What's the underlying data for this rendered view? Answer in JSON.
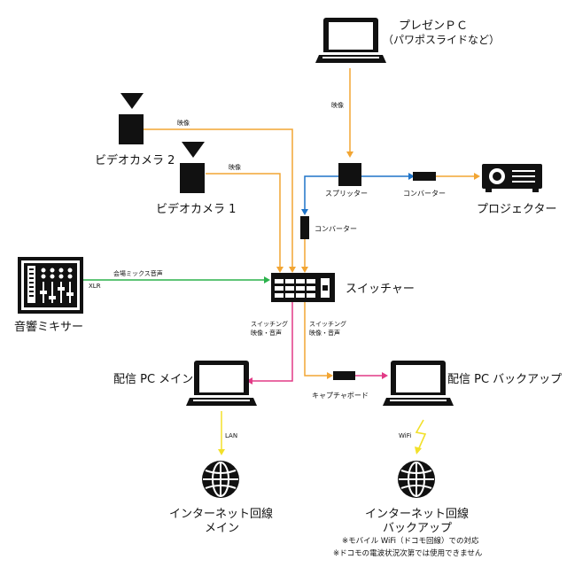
{
  "colors": {
    "video": "#f2a533",
    "audio": "#2bb24c",
    "stream": "#e23a86",
    "projector": "#1e74c9",
    "internet": "#f2e02a",
    "device": "#111111"
  },
  "devices": {
    "presenter_pc": {
      "label_line1": "プレゼンＰＣ",
      "label_line2": "（パワポスライドなど）"
    },
    "video_camera_2": {
      "label": "ビデオカメラ 2"
    },
    "video_camera_1": {
      "label": "ビデオカメラ 1"
    },
    "splitter": {
      "label": "スプリッター"
    },
    "converter_right": {
      "label": "コンバーター"
    },
    "converter_middle": {
      "label": "コンバーター"
    },
    "projector": {
      "label": "プロジェクター"
    },
    "switcher": {
      "label": "スイッチャー"
    },
    "audio_mixer": {
      "label": "音響ミキサー"
    },
    "stream_pc_main": {
      "label": "配信 PC メイン"
    },
    "capture_board": {
      "label": "キャプチャボード"
    },
    "stream_pc_backup": {
      "label": "配信 PC バックアップ"
    },
    "internet_main": {
      "label_line1": "インターネット回線",
      "label_line2": "メイン"
    },
    "internet_backup": {
      "label_line1": "インターネット回線",
      "label_line2": "バックアップ"
    }
  },
  "connections": {
    "pc_video": "映像",
    "cam2_video": "映像",
    "cam1_video": "映像",
    "venue_mix_audio": "会場ミックス音声",
    "xlr": "XLR",
    "switching_left_line1": "スイッチング",
    "switching_left_line2": "映像・音声",
    "switching_right_line1": "スイッチング",
    "switching_right_line2": "映像・音声",
    "lan": "LAN",
    "wifi": "WiFi"
  },
  "notes": {
    "line1": "※モバイル WiFi（ドコモ回線）での対応",
    "line2": "※ドコモの電波状況次第では使用できません"
  }
}
